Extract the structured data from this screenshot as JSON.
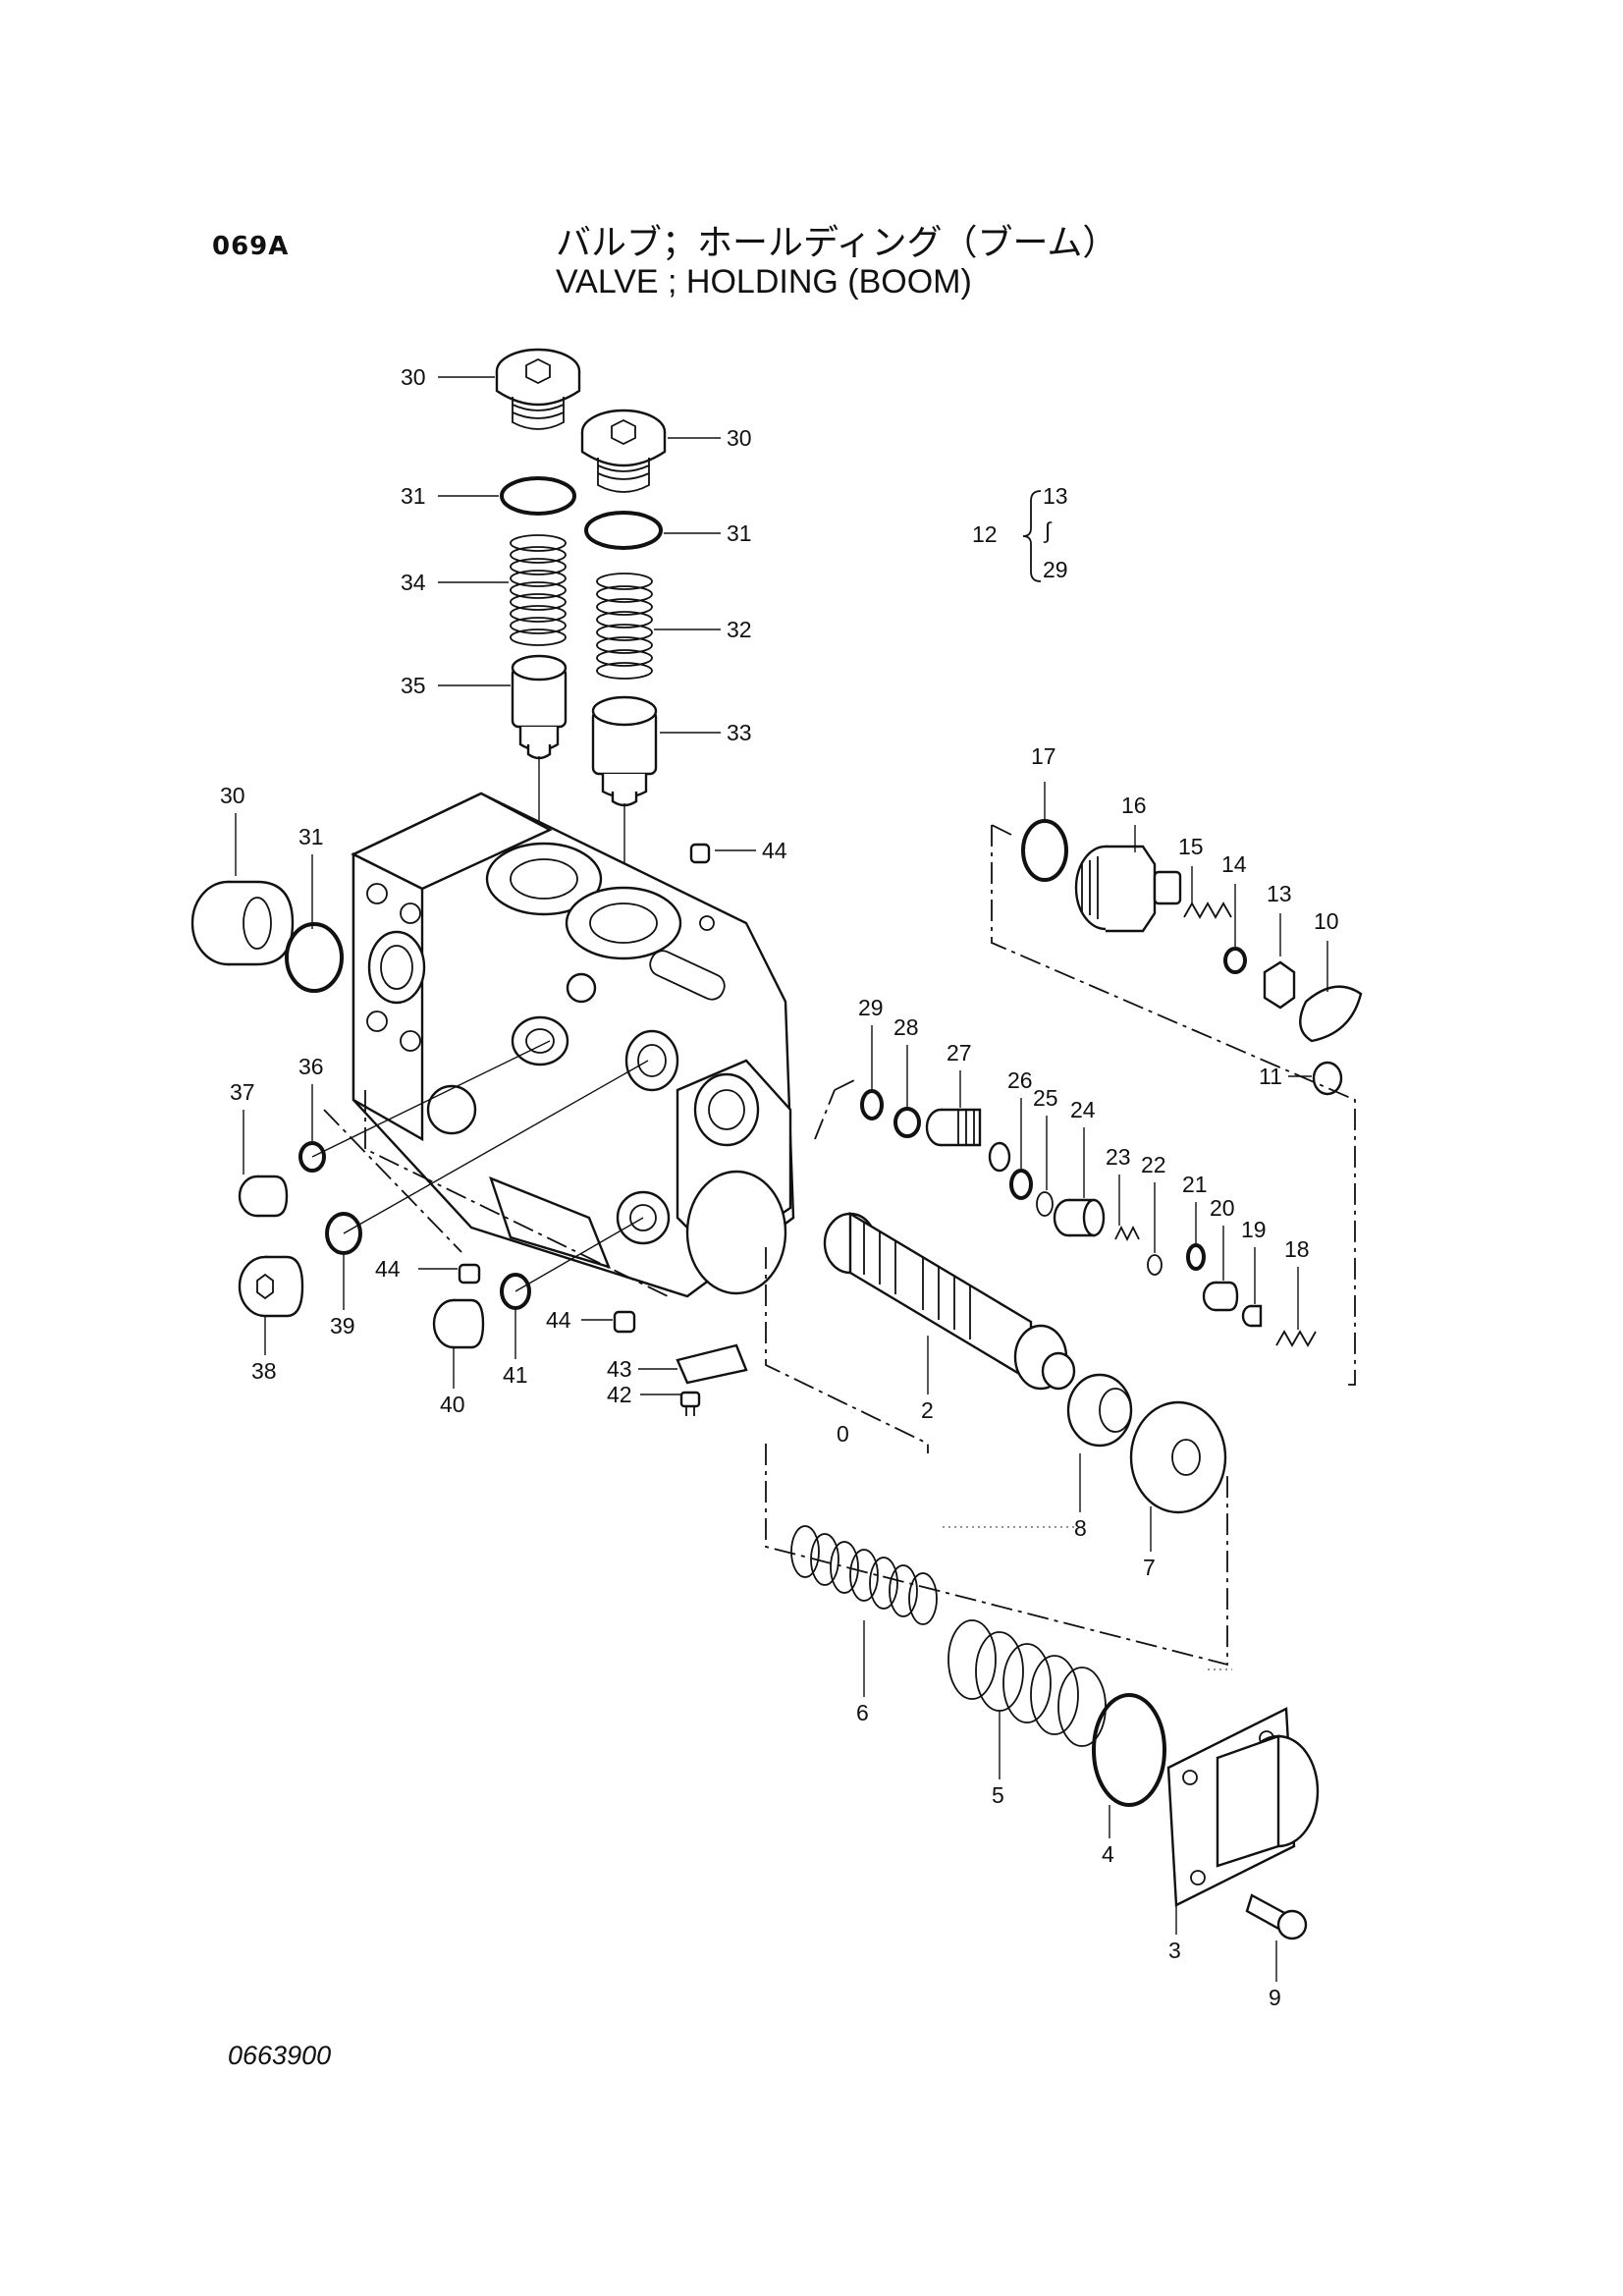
{
  "header": {
    "page_code": "069A",
    "title_jp": "バルブ；ホールディング（ブーム）",
    "title_en": "VALVE ; HOLDING (BOOM)"
  },
  "footer": {
    "doc_number": "0663900"
  },
  "kit_bracket": {
    "parent": "12",
    "range_start": "13",
    "range_symbol": "∫",
    "range_end": "29"
  },
  "callouts": [
    "30",
    "30",
    "31",
    "31",
    "34",
    "32",
    "35",
    "33",
    "30",
    "31",
    "44",
    "17",
    "16",
    "15",
    "14",
    "13",
    "10",
    "11",
    "29",
    "28",
    "27",
    "26",
    "25",
    "24",
    "23",
    "22",
    "21",
    "20",
    "19",
    "18",
    "36",
    "37",
    "38",
    "39",
    "44",
    "40",
    "41",
    "44",
    "43",
    "42",
    "0",
    "2",
    "8",
    "7",
    "6",
    "5",
    "4",
    "3",
    "9"
  ]
}
